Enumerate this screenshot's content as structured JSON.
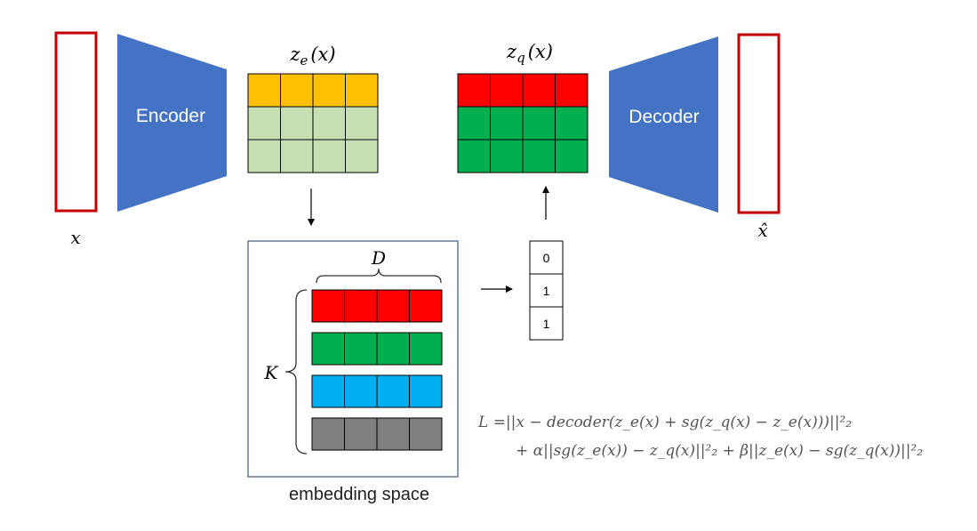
{
  "colors": {
    "io_border": "#c00000",
    "encoder_fill": "#4472c4",
    "orange": "#ffc000",
    "light_green": "#c6e0b4",
    "red": "#ff0000",
    "green": "#00b050",
    "blue": "#00b0f0",
    "gray": "#808080",
    "panel_border": "#3b5a7a"
  },
  "labels": {
    "x": "x",
    "x_hat": "x̂",
    "encoder": "Encoder",
    "decoder": "Decoder",
    "ze_main": "z",
    "ze_sub": "e",
    "ze_arg": "(x)",
    "zq_main": "z",
    "zq_sub": "q",
    "zq_arg": "(x)",
    "D": "D",
    "K": "K",
    "embedding_space": "embedding space"
  },
  "indices": [
    "0",
    "1",
    "1"
  ],
  "ze_grid": {
    "cols": 4,
    "row_colors": [
      "orange",
      "light_green",
      "light_green"
    ]
  },
  "zq_grid": {
    "cols": 4,
    "row_colors": [
      "red",
      "green",
      "green"
    ]
  },
  "codebook": {
    "cols": 4,
    "row_colors": [
      "red",
      "green",
      "blue",
      "gray"
    ]
  },
  "loss": {
    "line1": "L =||x − decoder(z_e(x) + sg(z_q(x) − z_e(x)))||²₂",
    "line2": "+ α||sg(z_e(x)) − z_q(x)||²₂ + β||z_e(x) − sg(z_q(x))||²₂"
  }
}
